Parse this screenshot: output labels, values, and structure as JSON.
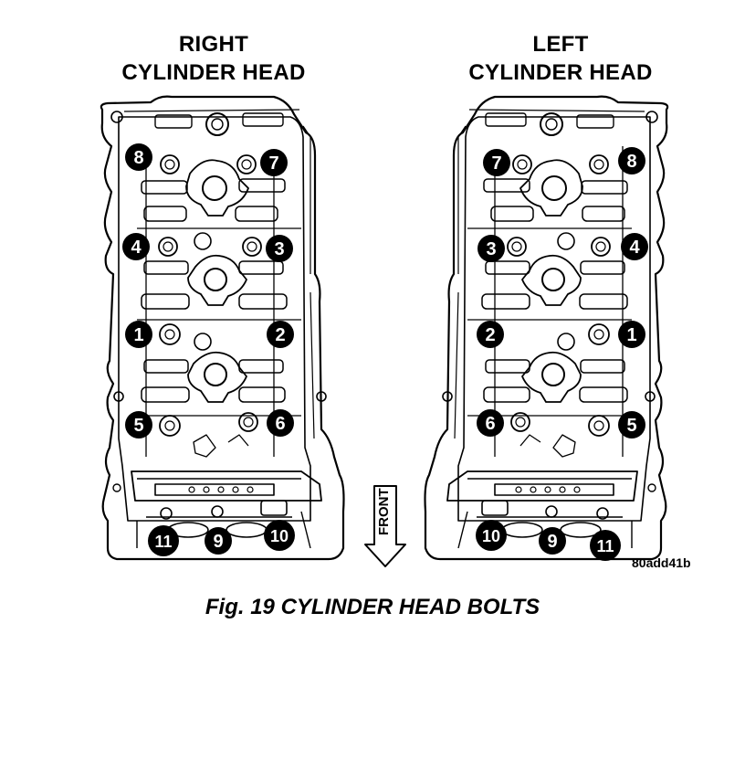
{
  "heads": {
    "right": {
      "title_line1": "RIGHT",
      "title_line2": "CYLINDER HEAD",
      "bolts": [
        "1",
        "2",
        "3",
        "4",
        "5",
        "6",
        "7",
        "8",
        "9",
        "10",
        "11"
      ]
    },
    "left": {
      "title_line1": "LEFT",
      "title_line2": "CYLINDER HEAD",
      "bolts": [
        "1",
        "2",
        "3",
        "4",
        "5",
        "6",
        "7",
        "8",
        "9",
        "10",
        "11"
      ]
    }
  },
  "front_label": "FRONT",
  "figure_code": "80add41b",
  "caption": "Fig. 19 CYLINDER HEAD BOLTS",
  "colors": {
    "ink": "#000000",
    "paper": "#ffffff"
  }
}
